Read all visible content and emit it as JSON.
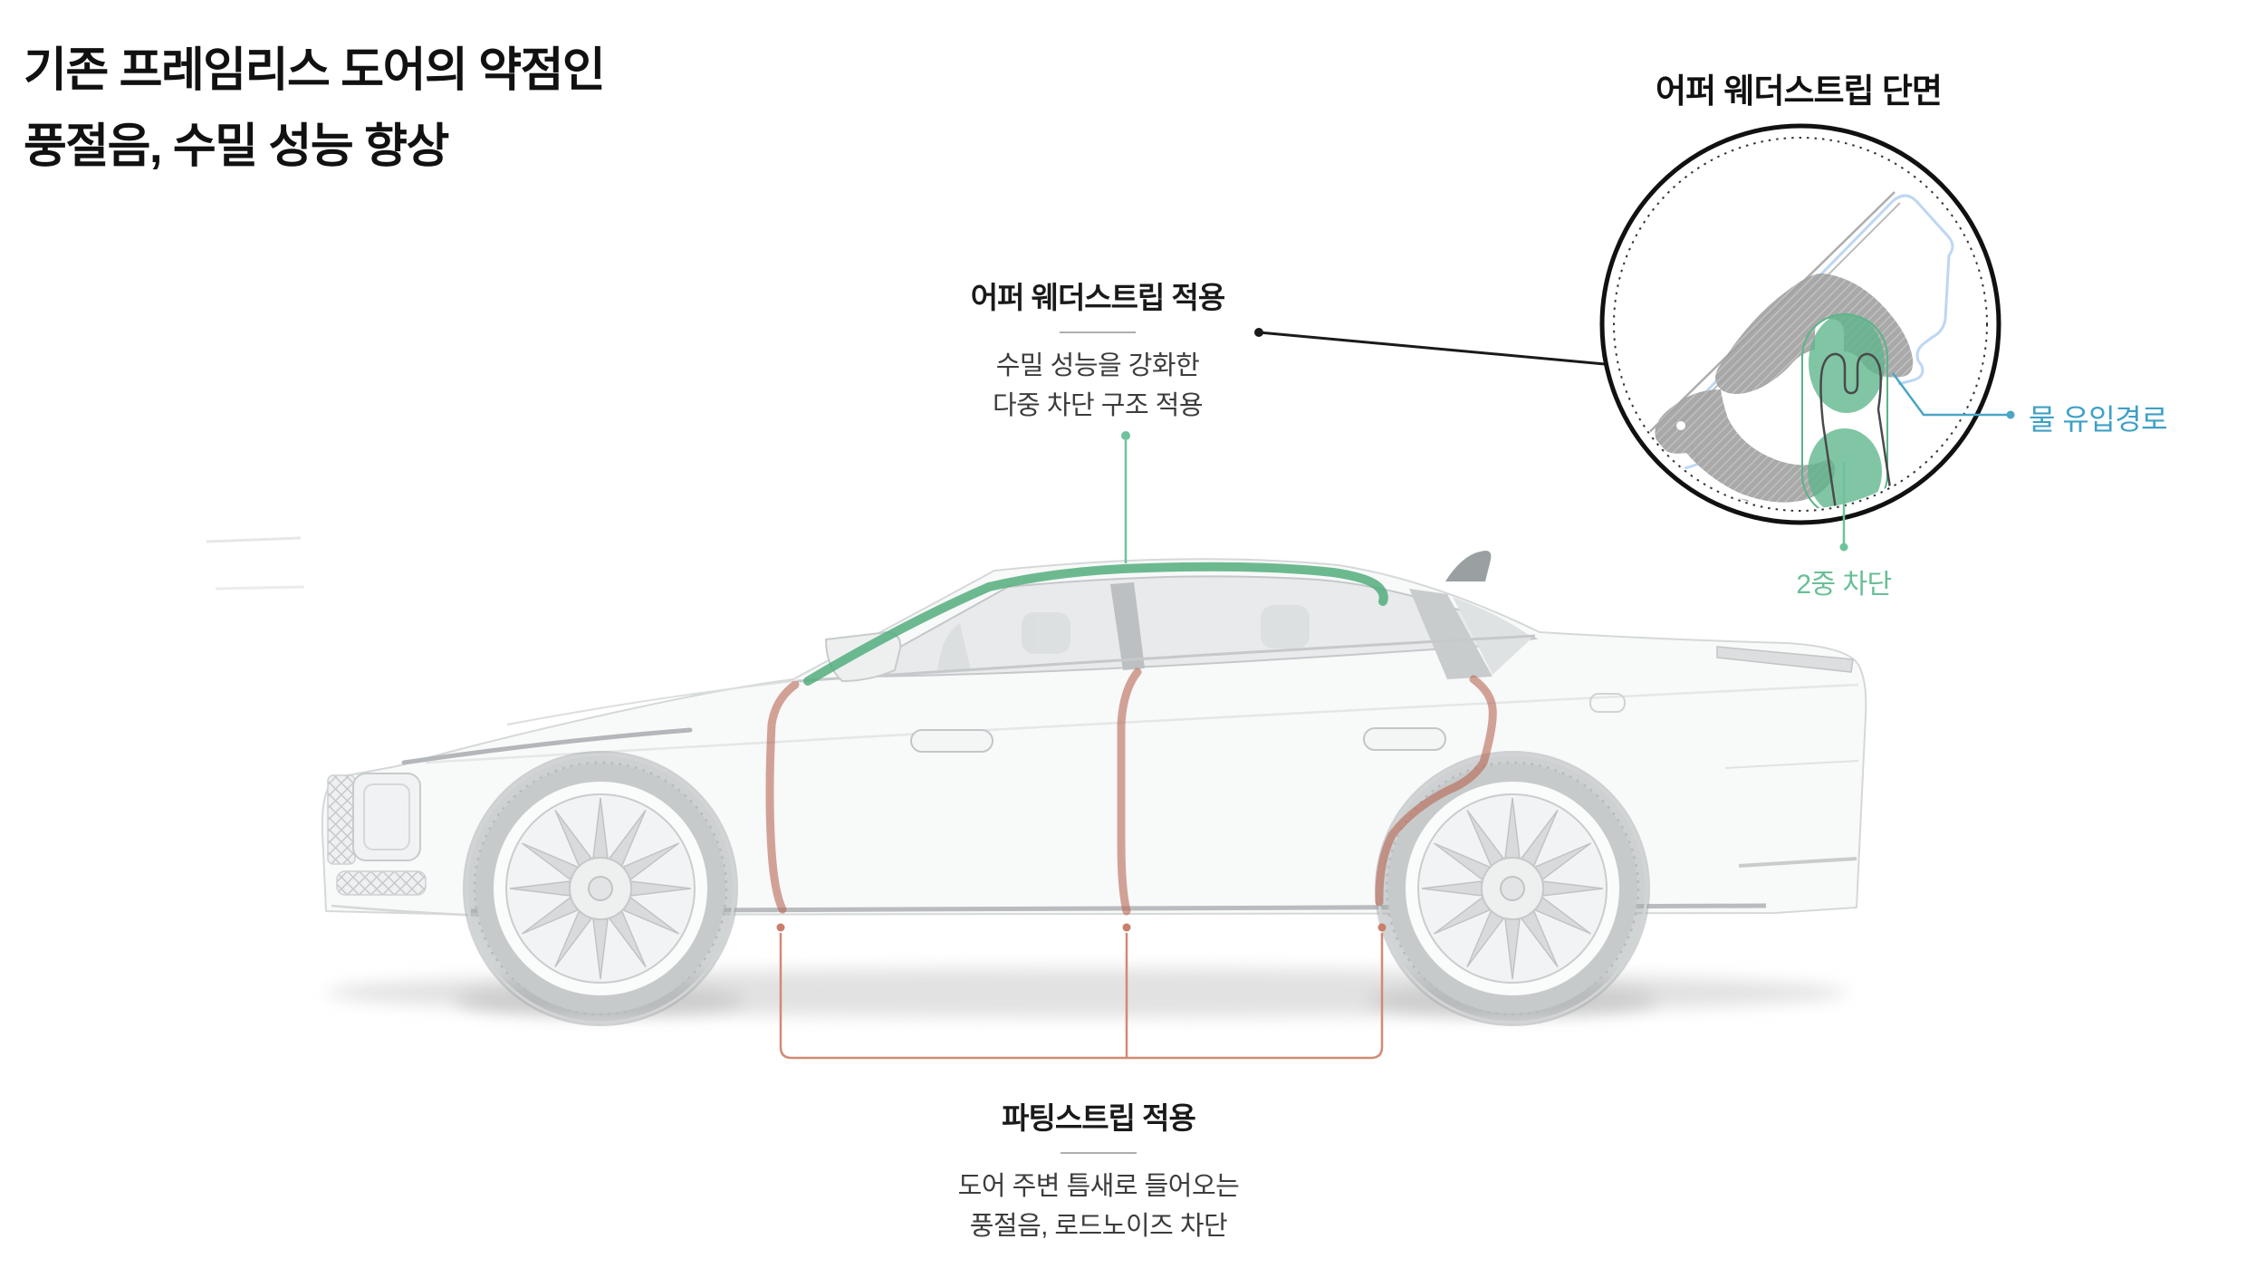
{
  "header": {
    "title_line1": "기존 프레임리스 도어의 약점인",
    "title_line2": "풍절음, 수밀 성능 향상"
  },
  "detail_view": {
    "title": "어퍼 웨더스트립 단면",
    "water_path_label": "물 유입경로",
    "double_seal_label": "2중 차단"
  },
  "annotations": {
    "upper_weatherstrip": {
      "title": "어퍼 웨더스트립 적용",
      "desc_line1": "수밀 성능을 강화한",
      "desc_line2": "다중 차단 구조 적용"
    },
    "parting_strip": {
      "title": "파팅스트립 적용",
      "desc_line1": "도어 주변 틈새로 들어오는",
      "desc_line2": "풍절음, 로드노이즈 차단"
    }
  },
  "colors": {
    "highlight_green": "#53b287",
    "label_green": "#69bf96",
    "label_teal": "#3fa0c6",
    "parting_strip_red": "#b6604e",
    "bracket_red": "#d08a75"
  }
}
